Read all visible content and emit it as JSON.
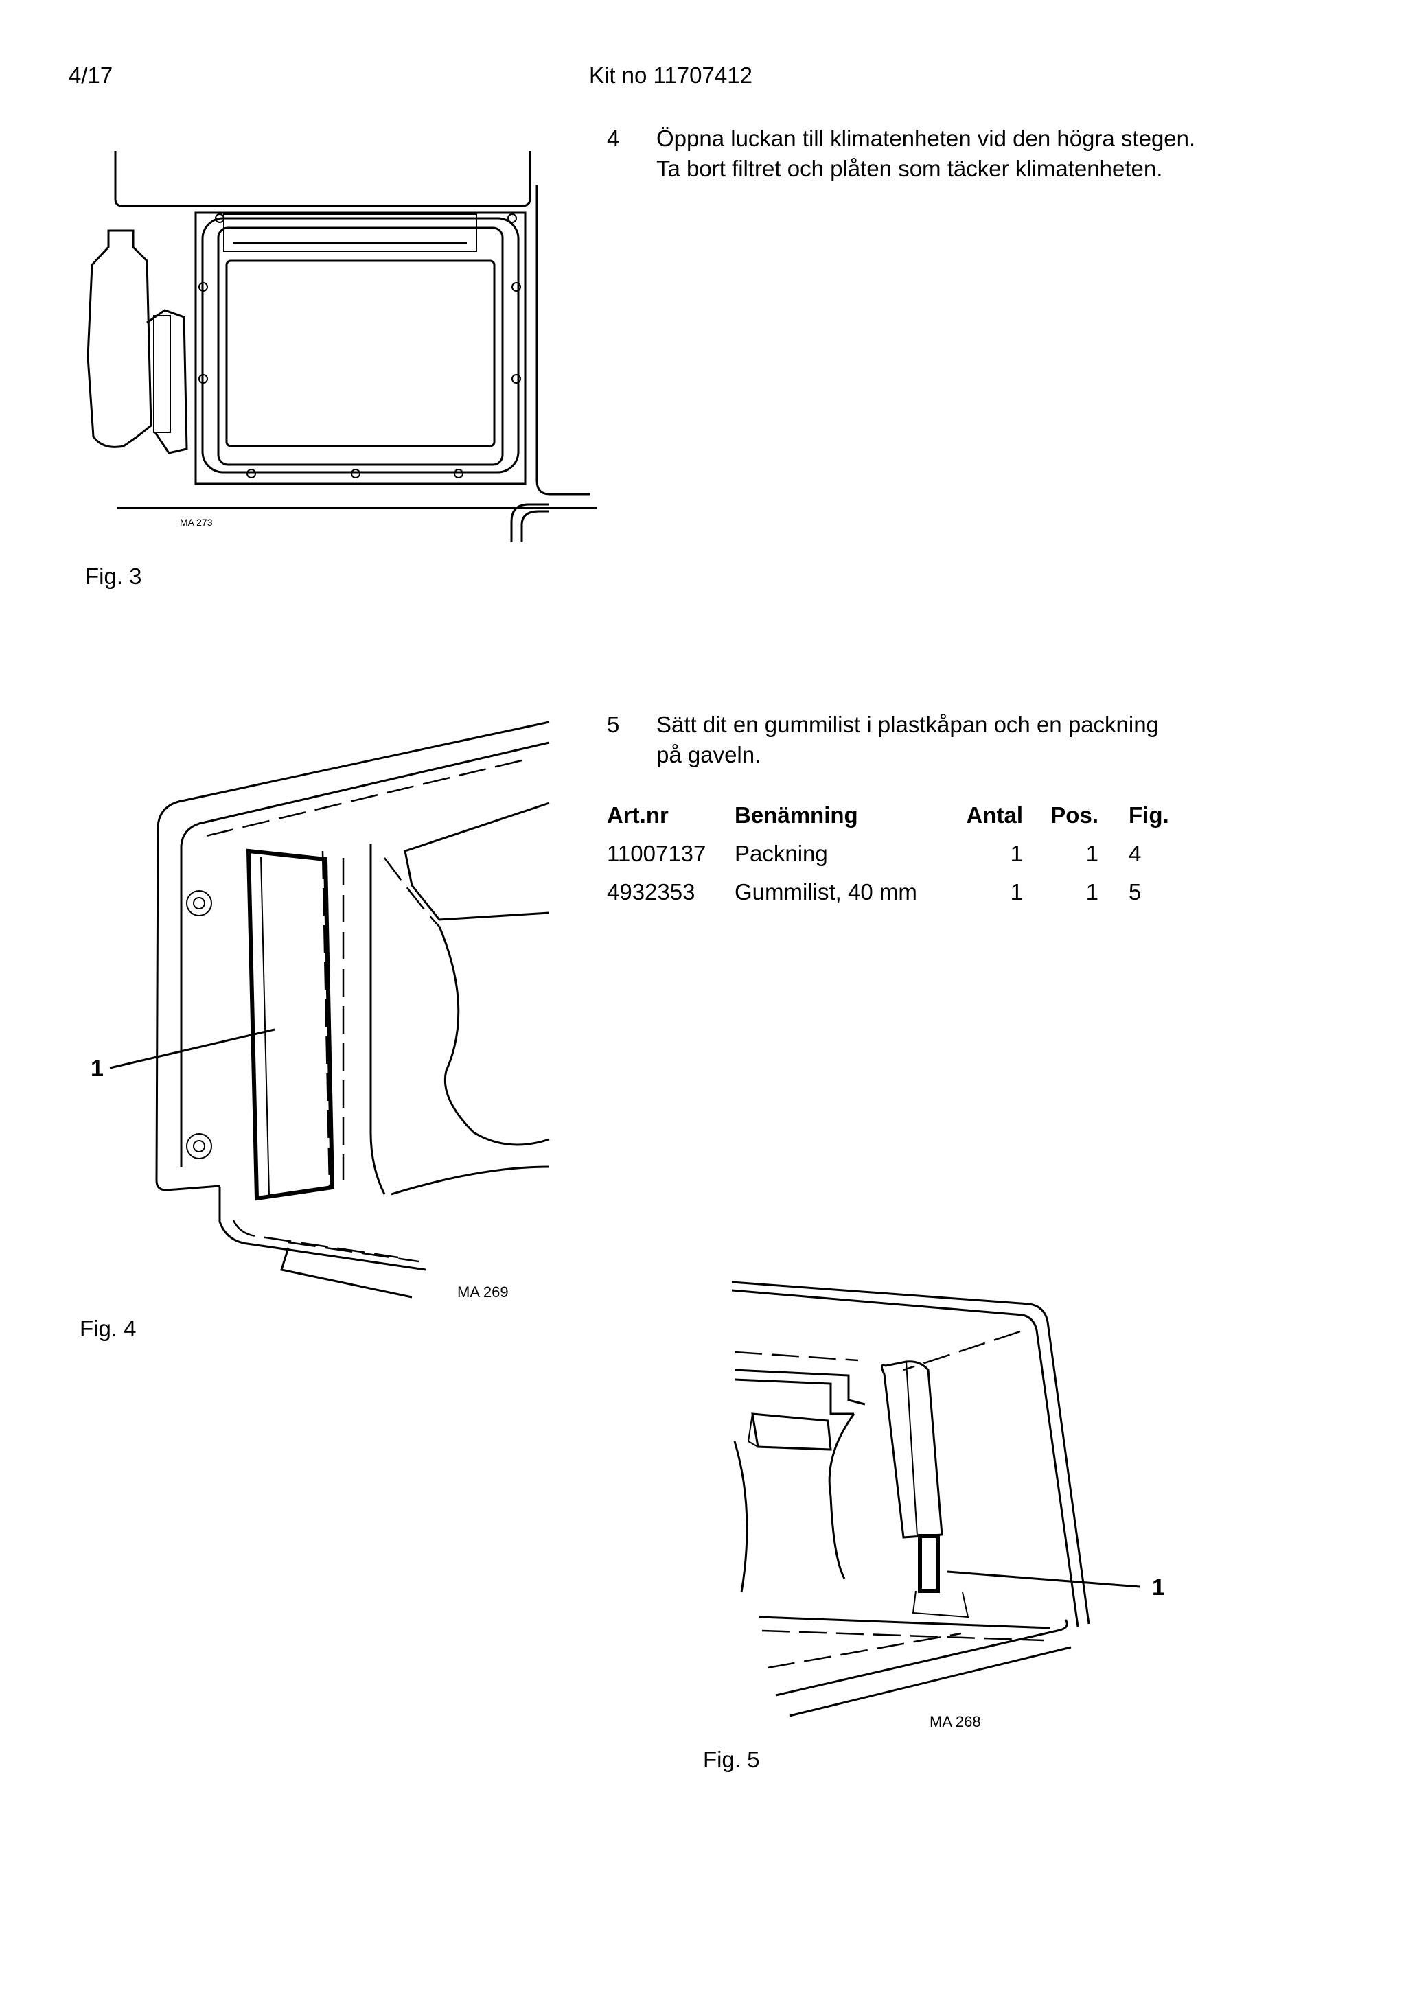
{
  "header": {
    "page": "4/17",
    "kit": "Kit no 11707412"
  },
  "steps": [
    {
      "number": "4",
      "line1": "Öppna luckan till klimatenheten vid den högra stegen.",
      "line2": "Ta bort filtret och plåten som täcker klimatenheten."
    },
    {
      "number": "5",
      "line1": "Sätt dit en gummilist i plastkåpan och en packning",
      "line2": "på gaveln."
    }
  ],
  "parts_table": {
    "headers": [
      "Art.nr",
      "Benämning",
      "Antal",
      "Pos.",
      "Fig."
    ],
    "rows": [
      [
        "11007137",
        "Packning",
        "1",
        "1",
        "4"
      ],
      [
        "4932353",
        "Gummilist, 40 mm",
        "1",
        "1",
        "5"
      ]
    ]
  },
  "figures": [
    {
      "caption": "Fig. 3",
      "code": "MA 273"
    },
    {
      "caption": "Fig. 4",
      "code": "MA 269",
      "callout": "1"
    },
    {
      "caption": "Fig. 5",
      "code": "MA 268",
      "callout": "1"
    }
  ]
}
